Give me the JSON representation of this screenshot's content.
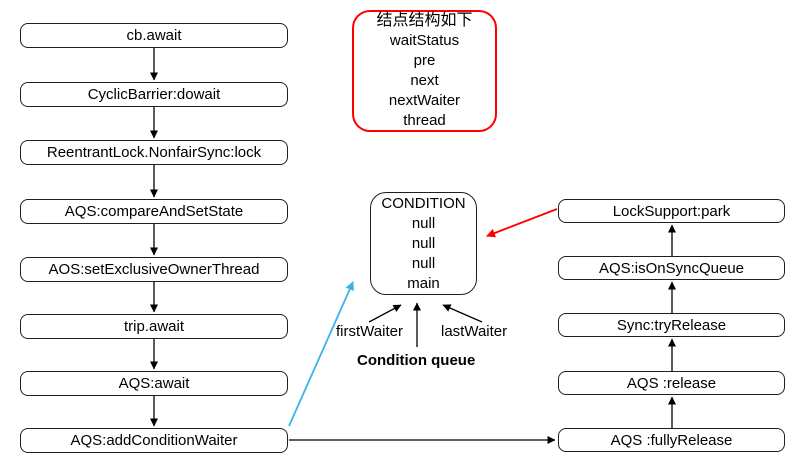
{
  "diagram": {
    "left_flow": [
      "cb.await",
      "CyclicBarrier:dowait",
      "ReentrantLock.NonfairSync:lock",
      "AQS:compareAndSetState",
      "AOS:setExclusiveOwnerThread",
      "trip.await",
      "AQS:await",
      "AQS:addConditionWaiter"
    ],
    "right_flow": [
      "LockSupport:park",
      "AQS:isOnSyncQueue",
      "Sync:tryRelease",
      "AQS :release",
      "AQS :fullyRelease"
    ],
    "node_note": {
      "title": "结点结构如下",
      "fields": [
        "waitStatus",
        "pre",
        "next",
        "nextWaiter",
        "thread"
      ]
    },
    "condition_node": {
      "title": "CONDITION",
      "values": [
        "null",
        "null",
        "null",
        "main"
      ]
    },
    "labels": {
      "first_waiter": "firstWaiter",
      "last_waiter": "lastWaiter",
      "condition_queue": "Condition queue"
    },
    "colors": {
      "red_accent": "#ff0000",
      "cyan_accent": "#3ab4e8",
      "line": "#000000"
    }
  }
}
